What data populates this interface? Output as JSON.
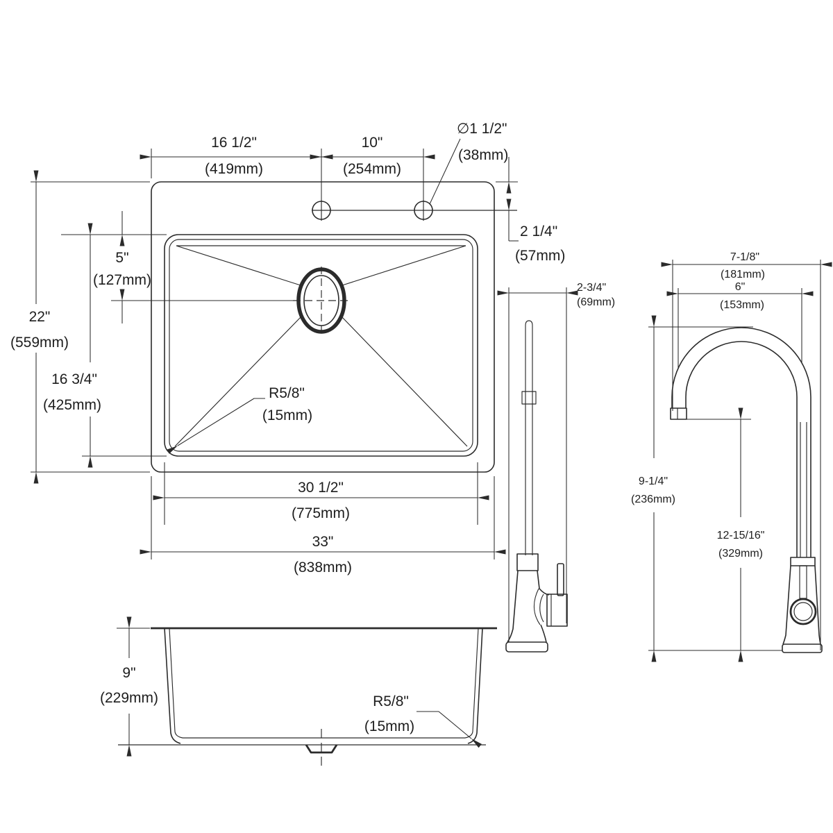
{
  "colors": {
    "line": "#2b2b2b",
    "text": "#1d1d1d",
    "background": "#ffffff"
  },
  "plan": {
    "hole_left_offset": {
      "in": "16 1/2\"",
      "mm": "(419mm)"
    },
    "hole_spacing": {
      "in": "10\"",
      "mm": "(254mm)"
    },
    "hole_diameter": {
      "in": "∅1 1/2\"",
      "mm": "(38mm)"
    },
    "hole_setback": {
      "in": "2 1/4\"",
      "mm": "(57mm)"
    },
    "overall_depth": {
      "in": "22\"",
      "mm": "(559mm)"
    },
    "bowl_front_to_back": {
      "in": "16 3/4\"",
      "mm": "(425mm)"
    },
    "drain_offset": {
      "in": "5\"",
      "mm": "(127mm)"
    },
    "corner_radius": {
      "in": "R5/8\"",
      "mm": "(15mm)"
    },
    "bowl_width": {
      "in": "30 1/2\"",
      "mm": "(775mm)"
    },
    "overall_width": {
      "in": "33\"",
      "mm": "(838mm)"
    }
  },
  "side": {
    "bowl_depth": {
      "in": "9\"",
      "mm": "(229mm)"
    },
    "corner_radius": {
      "in": "R5/8\"",
      "mm": "(15mm)"
    }
  },
  "faucet_side": {
    "body_width": {
      "in": "2-3/4\"",
      "mm": "(69mm)"
    }
  },
  "faucet_front": {
    "overall_width": {
      "in": "7-1/8\"",
      "mm": "(181mm)"
    },
    "spout_reach": {
      "in": "6\"",
      "mm": "(153mm)"
    },
    "spout_height": {
      "in": "9-1/4\"",
      "mm": "(236mm)"
    },
    "overall_height": {
      "in": "12-15/16\"",
      "mm": "(329mm)"
    }
  }
}
